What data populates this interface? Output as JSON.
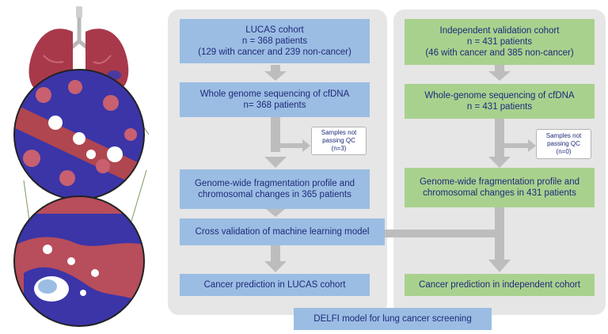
{
  "left_cohort": {
    "cohort": [
      "LUCAS cohort",
      "n = 368 patients",
      "(129 with cancer and 239 non-cancer)"
    ],
    "wgs": [
      "Whole genome sequencing of cfDNA",
      "n= 368 patients"
    ],
    "qc": [
      "Samples not",
      "passing QC",
      "(n=3)"
    ],
    "fragmentation": [
      "Genome-wide fragmentation profile and",
      "chromosomal changes in 365 patients"
    ],
    "cross_validation": "Cross validation of machine learning model",
    "prediction": "Cancer prediction in LUCAS cohort"
  },
  "right_cohort": {
    "cohort": [
      "Independent validation cohort",
      "n = 431 patients",
      "(46 with cancer and 385 non-cancer)"
    ],
    "wgs": [
      "Whole-genome sequencing of cfDNA",
      "n = 431 patients"
    ],
    "qc": [
      "Samples not",
      "passing QC",
      "(n=0)"
    ],
    "fragmentation": [
      "Genome-wide fragmentation profile and",
      "chromosomal changes in 431 patients"
    ],
    "prediction": "Cancer prediction in independent cohort"
  },
  "footer": "DELFI model for lung cancer screening",
  "colors": {
    "blue_box": "#9bbde3",
    "green_box": "#a9d18e",
    "panel": "#e6e6e6",
    "arrow": "#bdbdbd",
    "text": "#1f2a7a"
  },
  "illustration_icons": [
    "lungs-icon",
    "tissue-magnified-icon",
    "cells-magnified-icon"
  ]
}
